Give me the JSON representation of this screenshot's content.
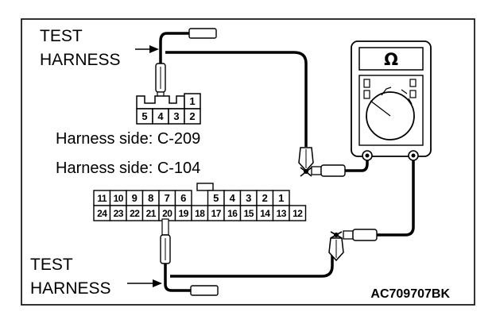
{
  "labels": {
    "test_harness_top_line1": "TEST",
    "test_harness_top_line2": "HARNESS",
    "test_harness_bottom_line1": "TEST",
    "test_harness_bottom_line2": "HARNESS",
    "harness_side_c209": "Harness side: C-209",
    "harness_side_c104": "Harness side: C-104",
    "reference_code": "AC709707BK"
  },
  "connector_c209": {
    "top_row": [
      "1"
    ],
    "bottom_row": [
      "5",
      "4",
      "3",
      "2"
    ]
  },
  "connector_c104": {
    "top_row": [
      "11",
      "10",
      "9",
      "8",
      "7",
      "6",
      "",
      "5",
      "4",
      "3",
      "2",
      "1"
    ],
    "bottom_row": [
      "24",
      "23",
      "22",
      "21",
      "20",
      "19",
      "18",
      "17",
      "16",
      "15",
      "14",
      "13",
      "12"
    ]
  },
  "meter": {
    "unit_symbol": "Ω",
    "icon": "ohmmeter-icon"
  },
  "colors": {
    "line": "#000000",
    "background": "#ffffff"
  }
}
